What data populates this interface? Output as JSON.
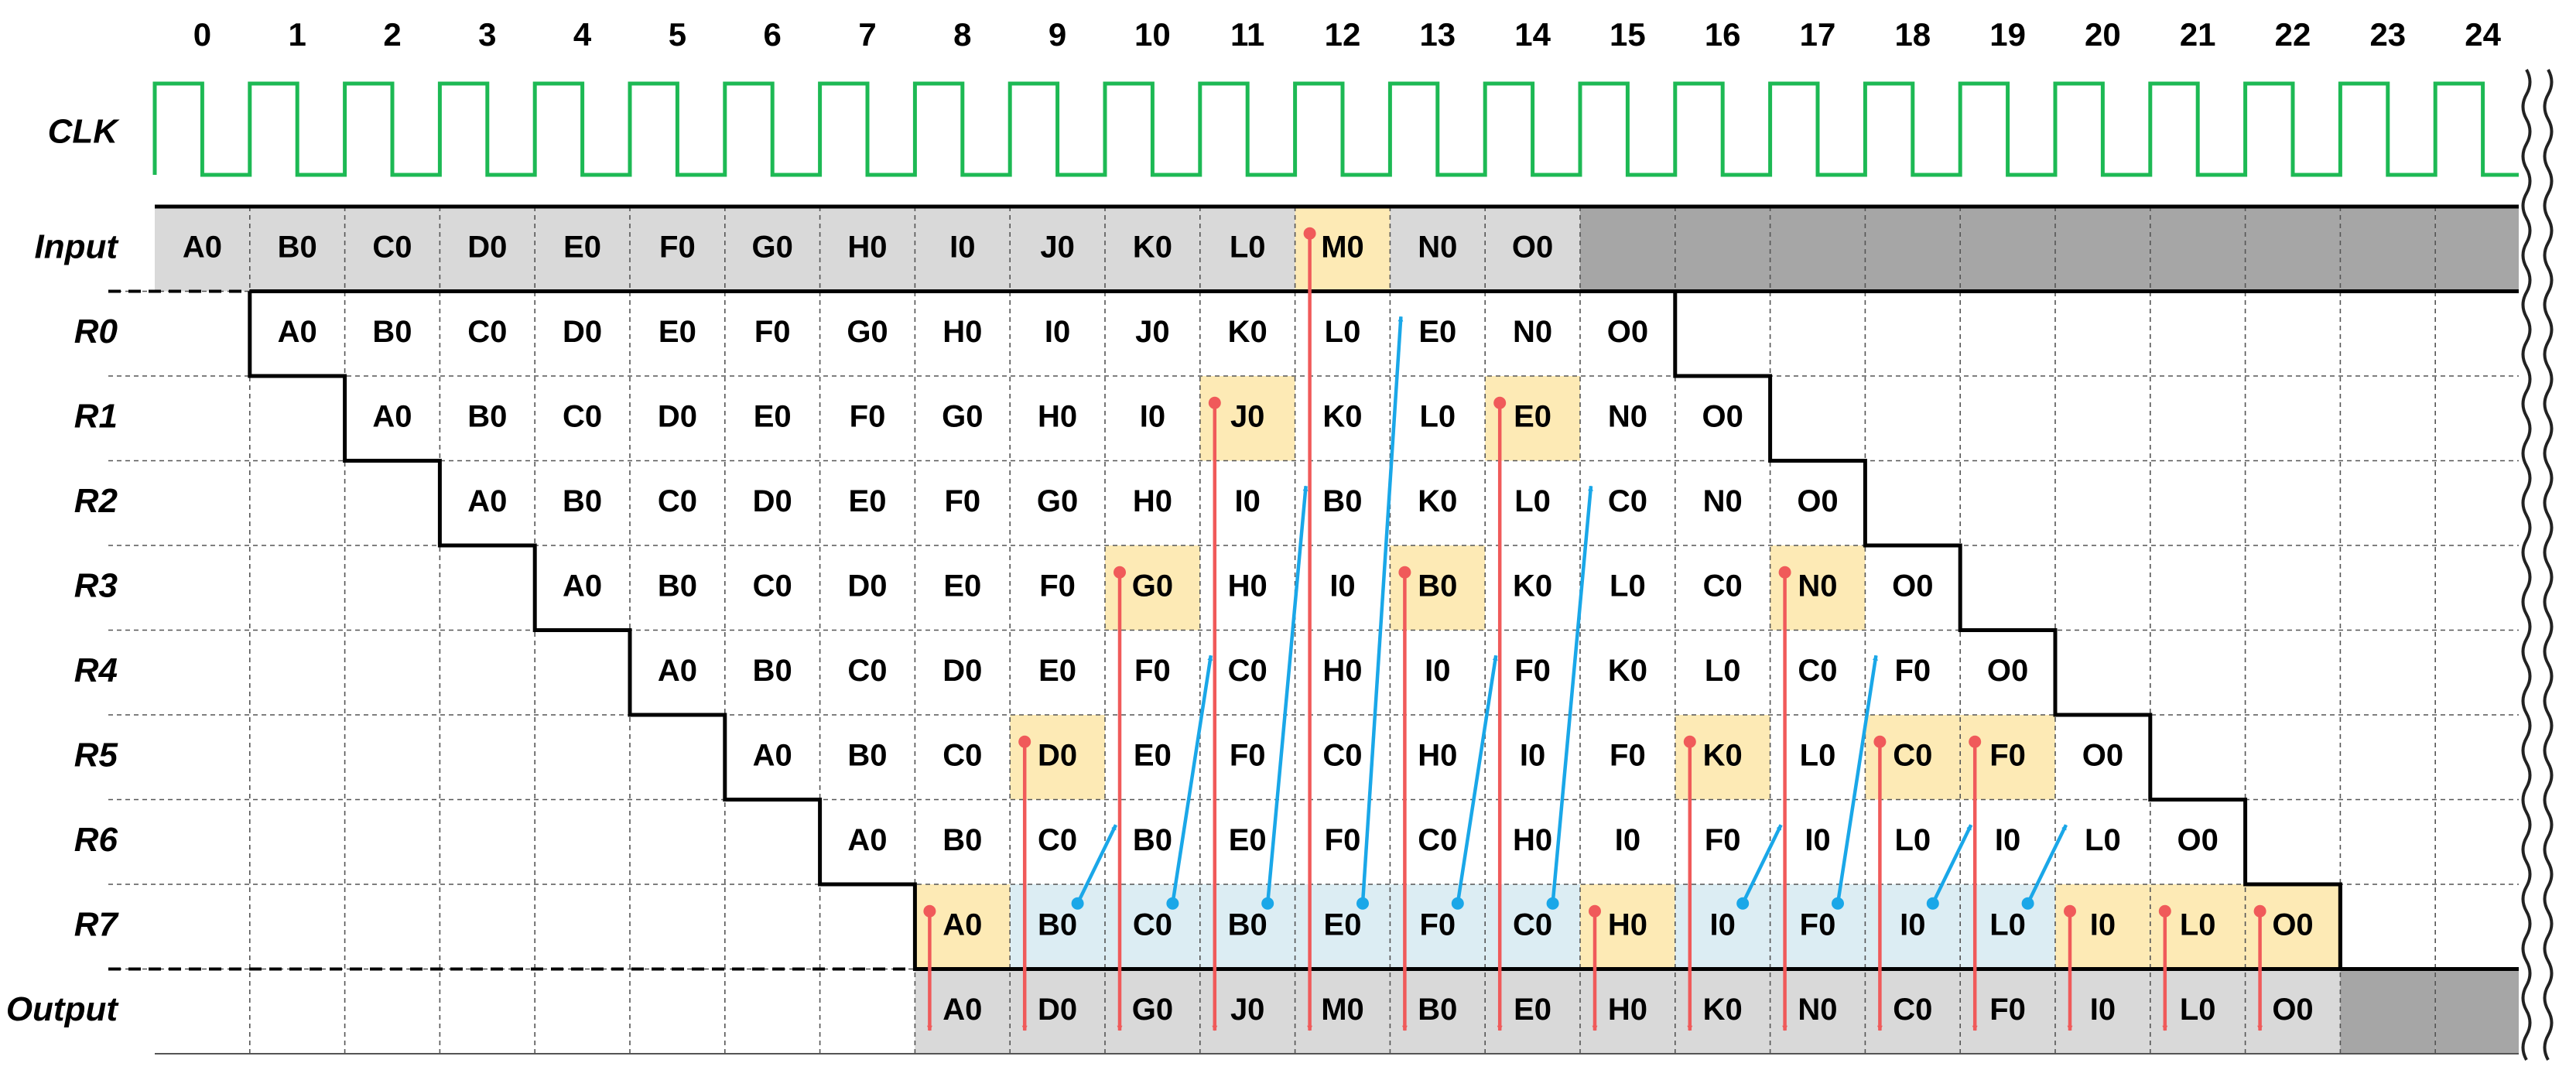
{
  "diagram": {
    "cycles": [
      "0",
      "1",
      "2",
      "3",
      "4",
      "5",
      "6",
      "7",
      "8",
      "9",
      "10",
      "11",
      "12",
      "13",
      "14",
      "15",
      "16",
      "17",
      "18",
      "19",
      "20",
      "21",
      "22",
      "23",
      "24"
    ],
    "rows": [
      {
        "id": "clk",
        "label": "CLK"
      },
      {
        "id": "input",
        "label": "Input"
      },
      {
        "id": "r0",
        "label": "R0"
      },
      {
        "id": "r1",
        "label": "R1"
      },
      {
        "id": "r2",
        "label": "R2"
      },
      {
        "id": "r3",
        "label": "R3"
      },
      {
        "id": "r4",
        "label": "R4"
      },
      {
        "id": "r5",
        "label": "R5"
      },
      {
        "id": "r6",
        "label": "R6"
      },
      {
        "id": "r7",
        "label": "R7"
      },
      {
        "id": "output",
        "label": "Output"
      }
    ],
    "cells": {
      "input": [
        "A0",
        "B0",
        "C0",
        "D0",
        "E0",
        "F0",
        "G0",
        "H0",
        "I0",
        "J0",
        "K0",
        "L0",
        "M0",
        "N0",
        "O0",
        "",
        "",
        "",
        "",
        "",
        "",
        "",
        "",
        "",
        ""
      ],
      "r0": [
        "",
        "A0",
        "B0",
        "C0",
        "D0",
        "E0",
        "F0",
        "G0",
        "H0",
        "I0",
        "J0",
        "K0",
        "L0",
        "E0",
        "N0",
        "O0",
        "",
        "",
        "",
        "",
        "",
        "",
        "",
        "",
        ""
      ],
      "r1": [
        "",
        "",
        "A0",
        "B0",
        "C0",
        "D0",
        "E0",
        "F0",
        "G0",
        "H0",
        "I0",
        "J0",
        "K0",
        "L0",
        "E0",
        "N0",
        "O0",
        "",
        "",
        "",
        "",
        "",
        "",
        "",
        ""
      ],
      "r2": [
        "",
        "",
        "",
        "A0",
        "B0",
        "C0",
        "D0",
        "E0",
        "F0",
        "G0",
        "H0",
        "I0",
        "B0",
        "K0",
        "L0",
        "C0",
        "N0",
        "O0",
        "",
        "",
        "",
        "",
        "",
        "",
        ""
      ],
      "r3": [
        "",
        "",
        "",
        "",
        "A0",
        "B0",
        "C0",
        "D0",
        "E0",
        "F0",
        "G0",
        "H0",
        "I0",
        "B0",
        "K0",
        "L0",
        "C0",
        "N0",
        "O0",
        "",
        "",
        "",
        "",
        "",
        ""
      ],
      "r4": [
        "",
        "",
        "",
        "",
        "",
        "A0",
        "B0",
        "C0",
        "D0",
        "E0",
        "F0",
        "C0",
        "H0",
        "I0",
        "F0",
        "K0",
        "L0",
        "C0",
        "F0",
        "O0",
        "",
        "",
        "",
        "",
        ""
      ],
      "r5": [
        "",
        "",
        "",
        "",
        "",
        "",
        "A0",
        "B0",
        "C0",
        "D0",
        "E0",
        "F0",
        "C0",
        "H0",
        "I0",
        "F0",
        "K0",
        "L0",
        "C0",
        "F0",
        "O0",
        "",
        "",
        "",
        ""
      ],
      "r6": [
        "",
        "",
        "",
        "",
        "",
        "",
        "",
        "A0",
        "B0",
        "C0",
        "B0",
        "E0",
        "F0",
        "C0",
        "H0",
        "I0",
        "F0",
        "I0",
        "L0",
        "I0",
        "L0",
        "O0",
        "",
        "",
        ""
      ],
      "r7": [
        "",
        "",
        "",
        "",
        "",
        "",
        "",
        "",
        "A0",
        "B0",
        "C0",
        "B0",
        "E0",
        "F0",
        "C0",
        "H0",
        "I0",
        "F0",
        "I0",
        "L0",
        "I0",
        "L0",
        "O0",
        "",
        ""
      ],
      "output": [
        "",
        "",
        "",
        "",
        "",
        "",
        "",
        "",
        "A0",
        "D0",
        "G0",
        "J0",
        "M0",
        "B0",
        "E0",
        "H0",
        "K0",
        "N0",
        "C0",
        "F0",
        "I0",
        "L0",
        "O0",
        "",
        ""
      ]
    },
    "colors": {
      "clock": "#1db954",
      "read_arrow": "#f05a5a",
      "write_arrow": "#1aa7e8",
      "highlight_yellow": "#fdeab5",
      "highlight_blue": "#dcedf3",
      "input_gray": "#d9d9d9",
      "empty_dark": "#a6a6a6",
      "text": "#000000",
      "grid": "#555555"
    }
  }
}
